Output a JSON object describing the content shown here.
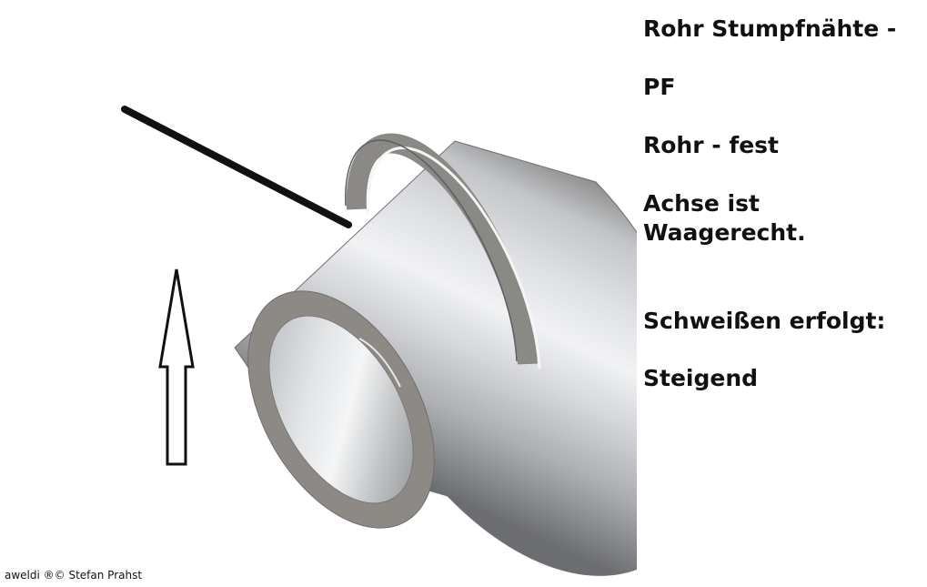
{
  "labels": {
    "title": "Rohr Stumpfnähte -",
    "position": "PF",
    "pipe_state": "Rohr - fest",
    "axis_line1": "Achse ist",
    "axis_line2": "Waagerecht.",
    "weld_direction_label": "Schweißen erfolgt:",
    "weld_direction": "Steigend"
  },
  "copyright": "aweldi ®© Stefan Prahst",
  "icons": {
    "arrow": "up-arrow-icon",
    "electrode": "electrode-rod",
    "pipe": "pipe-illustration"
  },
  "colors": {
    "text": "#111111",
    "electrode": "#111111",
    "pipe_face": "#8d8a86",
    "background": "#ffffff"
  }
}
